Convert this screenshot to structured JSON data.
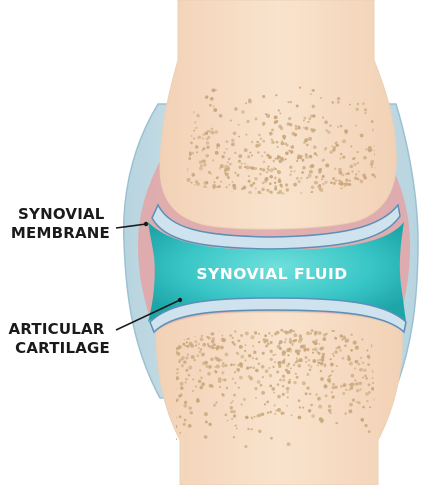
{
  "labels": {
    "synovial_membrane": [
      "SYNOVIAL",
      "MEMBRANE"
    ],
    "articular_cartilage": [
      "ARTICULAR",
      "CARTILAGE"
    ],
    "synovial_fluid": "SYNOVIAL FLUID"
  },
  "colors": {
    "background": "#ffffff",
    "bone": "#f6dcc3",
    "bone_edge": "#ead0b6",
    "marrow_speckle": "#c9a77b",
    "cartilage": "#cfe3ee",
    "cartilage_edge": "#5d8fb8",
    "synovial_fluid": "#39c6c6",
    "synovial_fluid_light": "#6fe0dc",
    "synovial_fluid_dark": "#1ea5a8",
    "membrane_pink": "#e4a4a4",
    "capsule_outer": "#c2dbe5",
    "capsule_edge": "#9cc1d1",
    "label_text": "#1a1a1a",
    "fluid_label_text": "#ffffff"
  }
}
